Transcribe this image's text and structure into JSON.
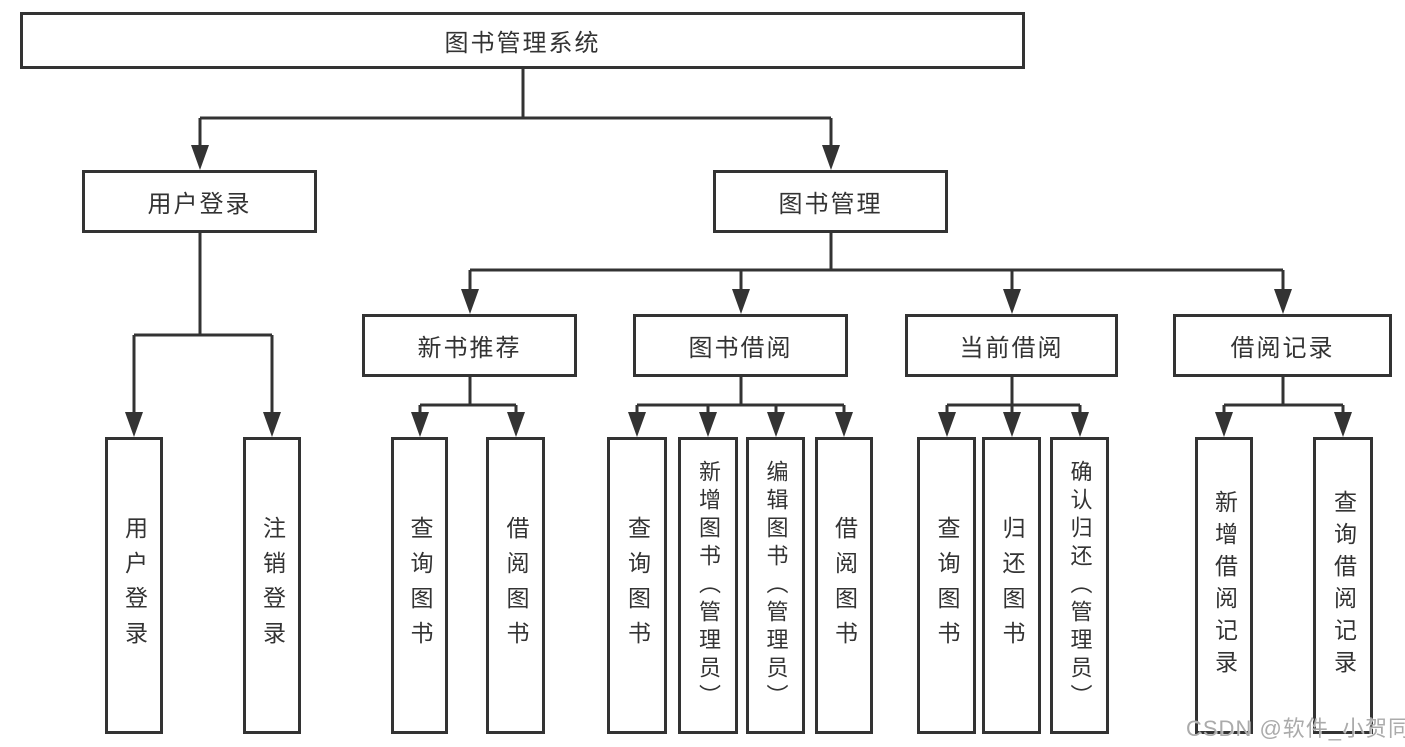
{
  "colors": {
    "background": "#ffffff",
    "line": "#333333",
    "box_border": "#333333",
    "text": "#333333",
    "watermark": "#ababab"
  },
  "watermark": {
    "text": "CSDN @软件_小贺同学"
  },
  "tree": {
    "root": {
      "label": "图书管理系统",
      "children": [
        {
          "label": "用户登录",
          "children": [
            {
              "label": "用户登录"
            },
            {
              "label": "注销登录"
            }
          ]
        },
        {
          "label": "图书管理",
          "children": [
            {
              "label": "新书推荐",
              "children": [
                {
                  "label": "查询图书"
                },
                {
                  "label": "借阅图书"
                }
              ]
            },
            {
              "label": "图书借阅",
              "children": [
                {
                  "label": "查询图书"
                },
                {
                  "label": "新增图书（管理员）"
                },
                {
                  "label": "编辑图书（管理员）"
                },
                {
                  "label": "借阅图书"
                }
              ]
            },
            {
              "label": "当前借阅",
              "children": [
                {
                  "label": "查询图书"
                },
                {
                  "label": "归还图书"
                },
                {
                  "label": "确认归还（管理员）"
                }
              ]
            },
            {
              "label": "借阅记录",
              "children": [
                {
                  "label": "新增借阅记录"
                },
                {
                  "label": "查询借阅记录"
                }
              ]
            }
          ]
        }
      ]
    }
  }
}
